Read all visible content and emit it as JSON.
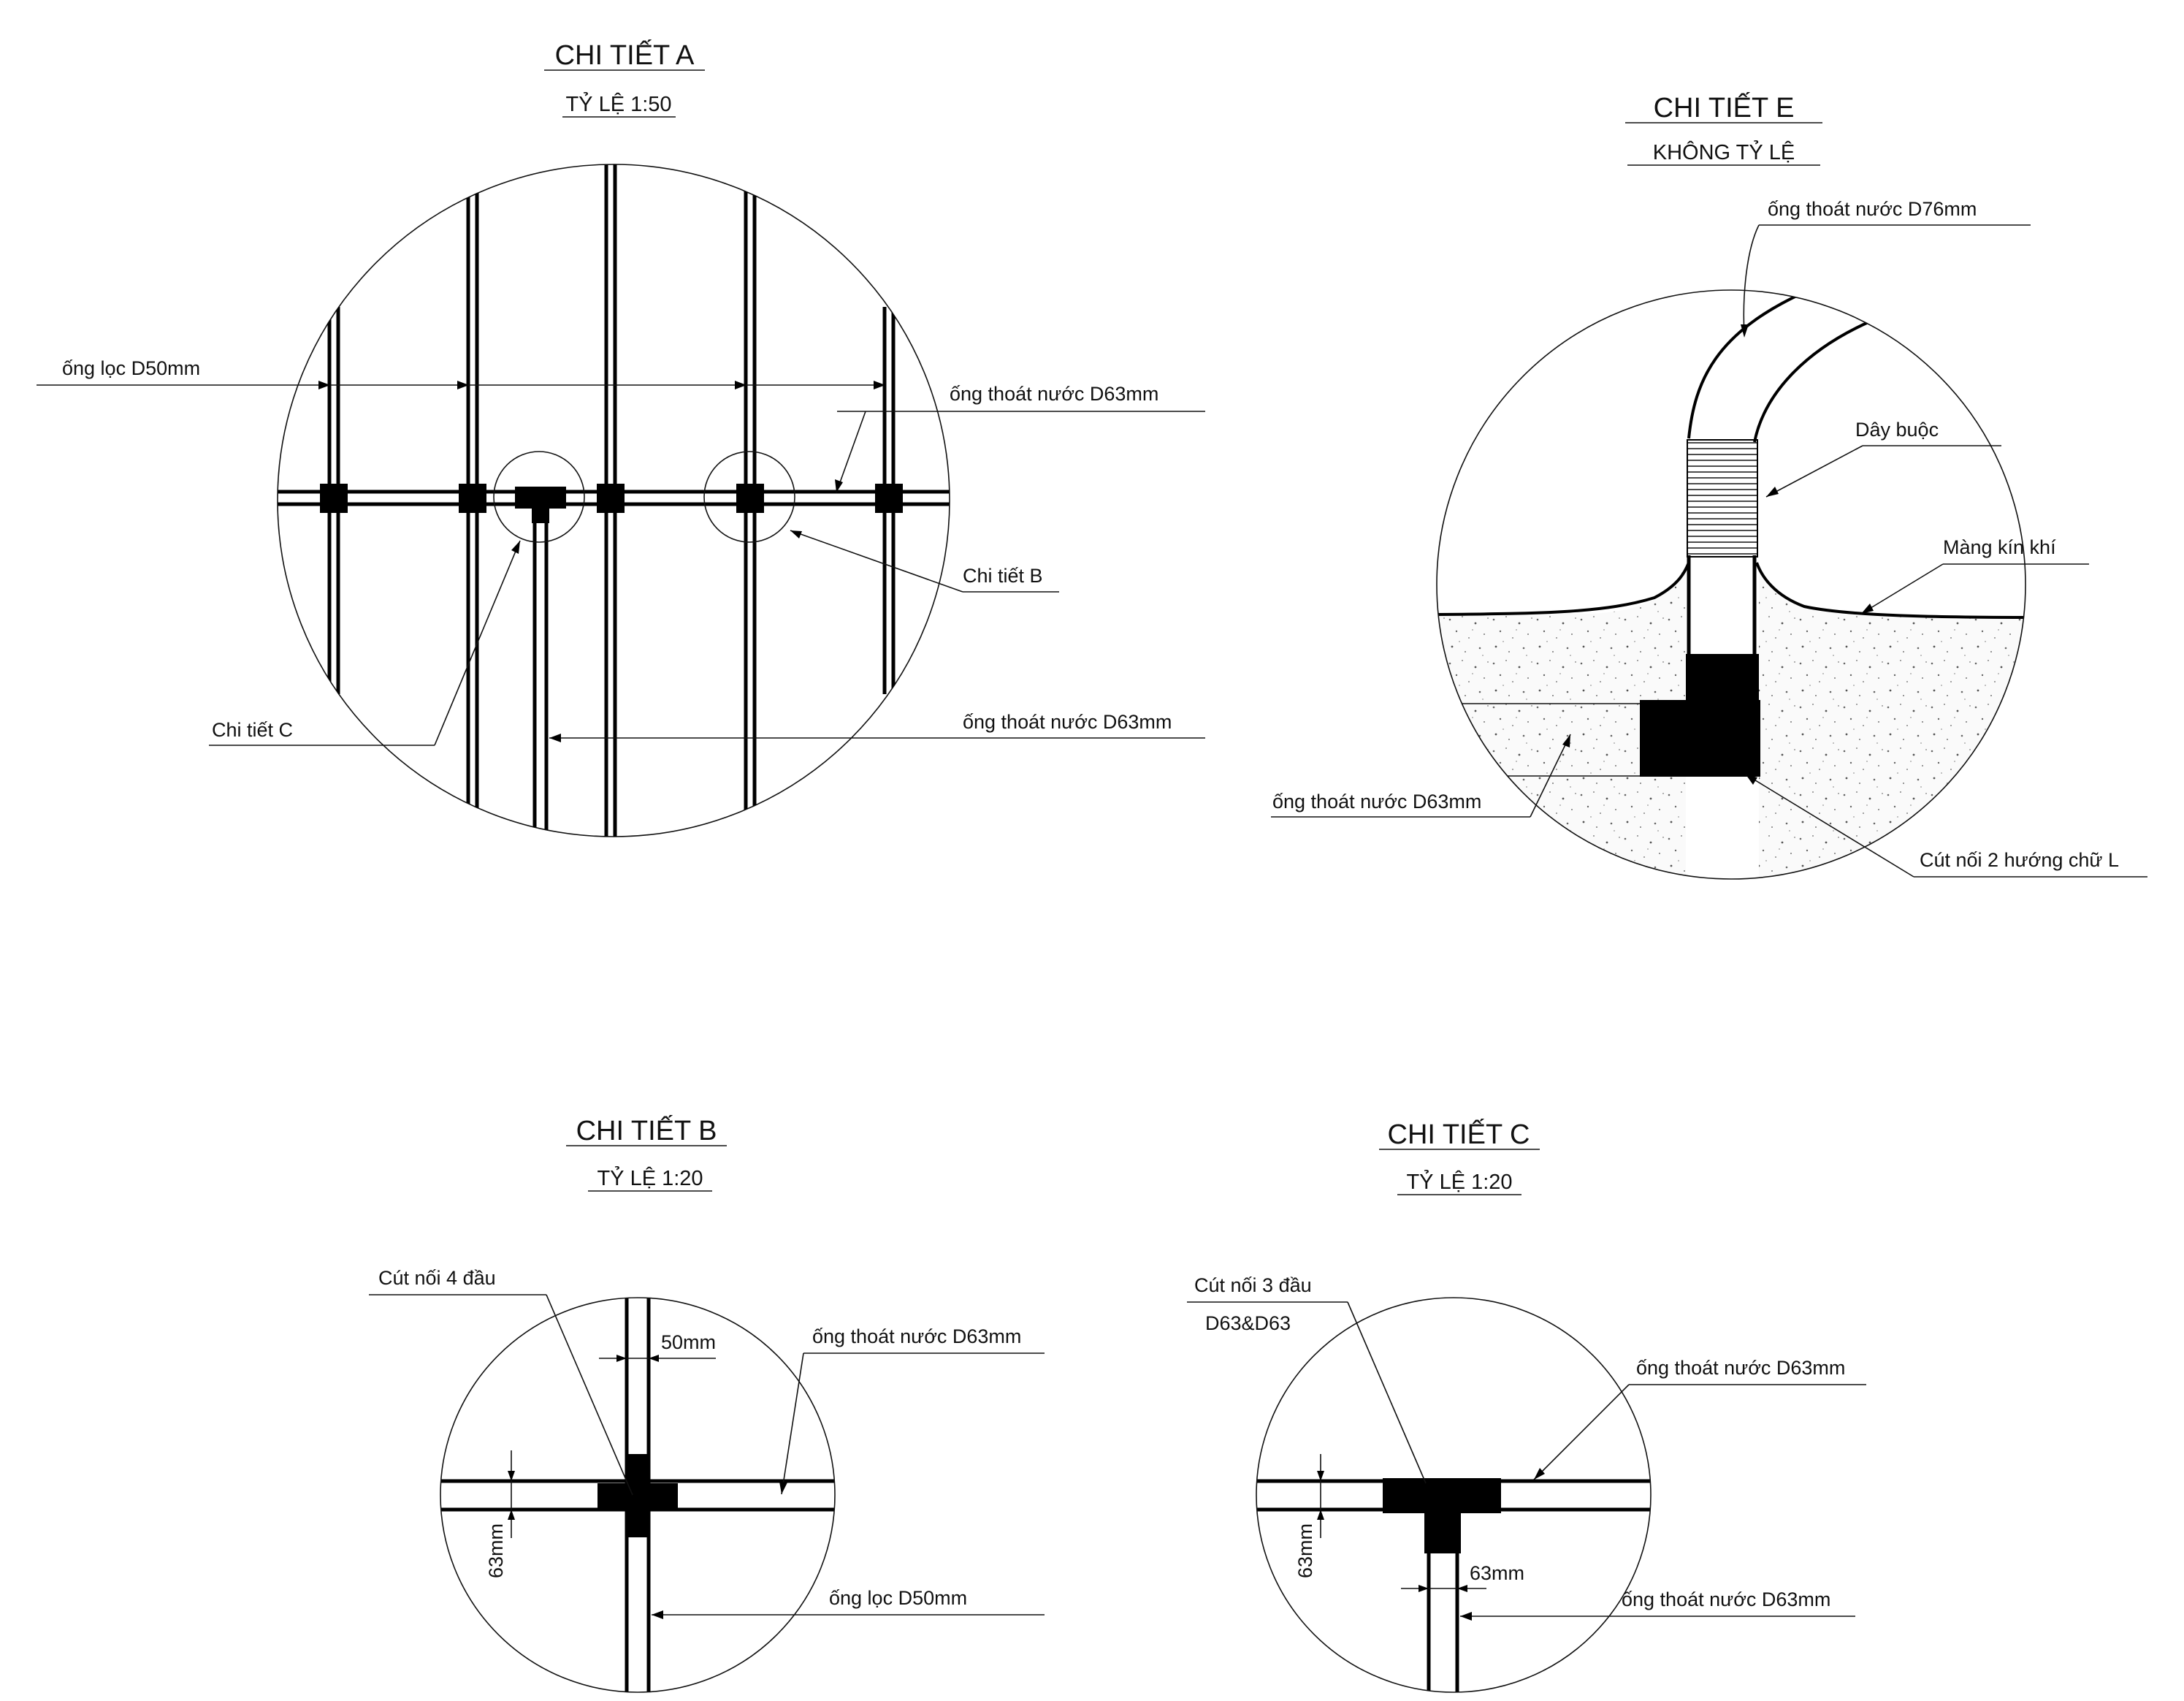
{
  "detail_a": {
    "title": "CHI TIẾT A",
    "scale": "TỶ LỆ 1:50",
    "labels": {
      "filter_pipe": "ống lọc D50mm",
      "drain_pipe_top": "ống thoát nước D63mm",
      "detail_b_ref": "Chi tiết B",
      "detail_c_ref": "Chi tiết C",
      "drain_pipe_bottom": "ống thoát nước D63mm"
    }
  },
  "detail_e": {
    "title": "CHI TIẾT E",
    "scale": "KHÔNG TỶ LỆ",
    "labels": {
      "drain_pipe_d76": "ống thoát nước D76mm",
      "tie_rope": "Dây buộc",
      "airtight_membrane": "Màng kín khí",
      "drain_pipe_d63": "ống thoát nước D63mm",
      "l_elbow": "Cút nối 2 hướng chữ L"
    }
  },
  "detail_b": {
    "title": "CHI TIẾT B",
    "scale": "TỶ LỆ 1:20",
    "labels": {
      "cross_fitting": "Cút nối 4 đầu",
      "dim_50": "50mm",
      "drain_pipe": "ống thoát nước D63mm",
      "dim_63": "63mm",
      "filter_pipe": "ống lọc D50mm"
    }
  },
  "detail_c": {
    "title": "CHI TIẾT C",
    "scale": "TỶ LỆ 1:20",
    "labels": {
      "tee_fitting_line1": "Cút nối 3 đầu",
      "tee_fitting_line2": "D63&D63",
      "drain_pipe_top": "ống thoát nước D63mm",
      "dim_63_vertical": "63mm",
      "dim_63_horizontal": "63mm",
      "drain_pipe_bottom": "ống thoát nước D63mm"
    }
  }
}
